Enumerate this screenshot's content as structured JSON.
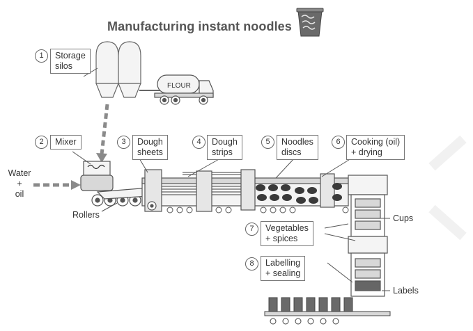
{
  "title": "Manufacturing instant noodles",
  "steps": [
    {
      "num": "1",
      "label": "Storage silos",
      "line1": "Storage",
      "line2": "silos"
    },
    {
      "num": "2",
      "label": "Mixer",
      "line1": "Mixer"
    },
    {
      "num": "3",
      "label": "Dough sheets",
      "line1": "Dough",
      "line2": "sheets"
    },
    {
      "num": "4",
      "label": "Dough strips",
      "line1": "Dough",
      "line2": "strips"
    },
    {
      "num": "5",
      "label": "Noodles discs",
      "line1": "Noodles",
      "line2": "discs"
    },
    {
      "num": "6",
      "label": "Cooking (oil) + drying",
      "line1": "Cooking (oil)",
      "line2": "+ drying"
    },
    {
      "num": "7",
      "label": "Vegetables + spices",
      "line1": "Vegetables",
      "line2": "+ spices"
    },
    {
      "num": "8",
      "label": "Labelling + sealing",
      "line1": "Labelling",
      "line2": "+ sealing"
    }
  ],
  "inputs": {
    "water_oil": {
      "line1": "Water",
      "line2": "+",
      "line3": "oil"
    }
  },
  "callouts": {
    "rollers": "Rollers",
    "cups": "Cups",
    "labels": "Labels"
  },
  "truck_text": "FLOUR",
  "colors": {
    "ink": "#555555",
    "arrow": "#8a8a8a",
    "line": "#666666",
    "fill_light": "#f4f4f4",
    "fill_mid": "#d8d8d8",
    "fill_dark": "#3a3a3a"
  }
}
